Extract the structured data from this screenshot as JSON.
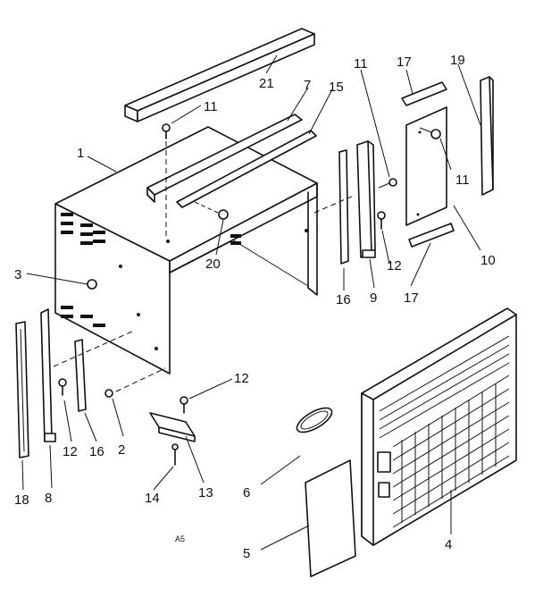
{
  "callouts": {
    "c1": "1",
    "c2": "2",
    "c3": "3",
    "c4": "4",
    "c5": "5",
    "c6": "6",
    "c7": "7",
    "c8": "8",
    "c9": "9",
    "c10": "10",
    "c11a": "11",
    "c11b": "11",
    "c11c": "11",
    "c12a": "12",
    "c12b": "12",
    "c12c": "12",
    "c13": "13",
    "c14": "14",
    "c15": "15",
    "c16a": "16",
    "c16b": "16",
    "c17a": "17",
    "c17b": "17",
    "c18": "18",
    "c19": "19",
    "c20": "20",
    "c21": "21"
  },
  "figure_code": "A5"
}
